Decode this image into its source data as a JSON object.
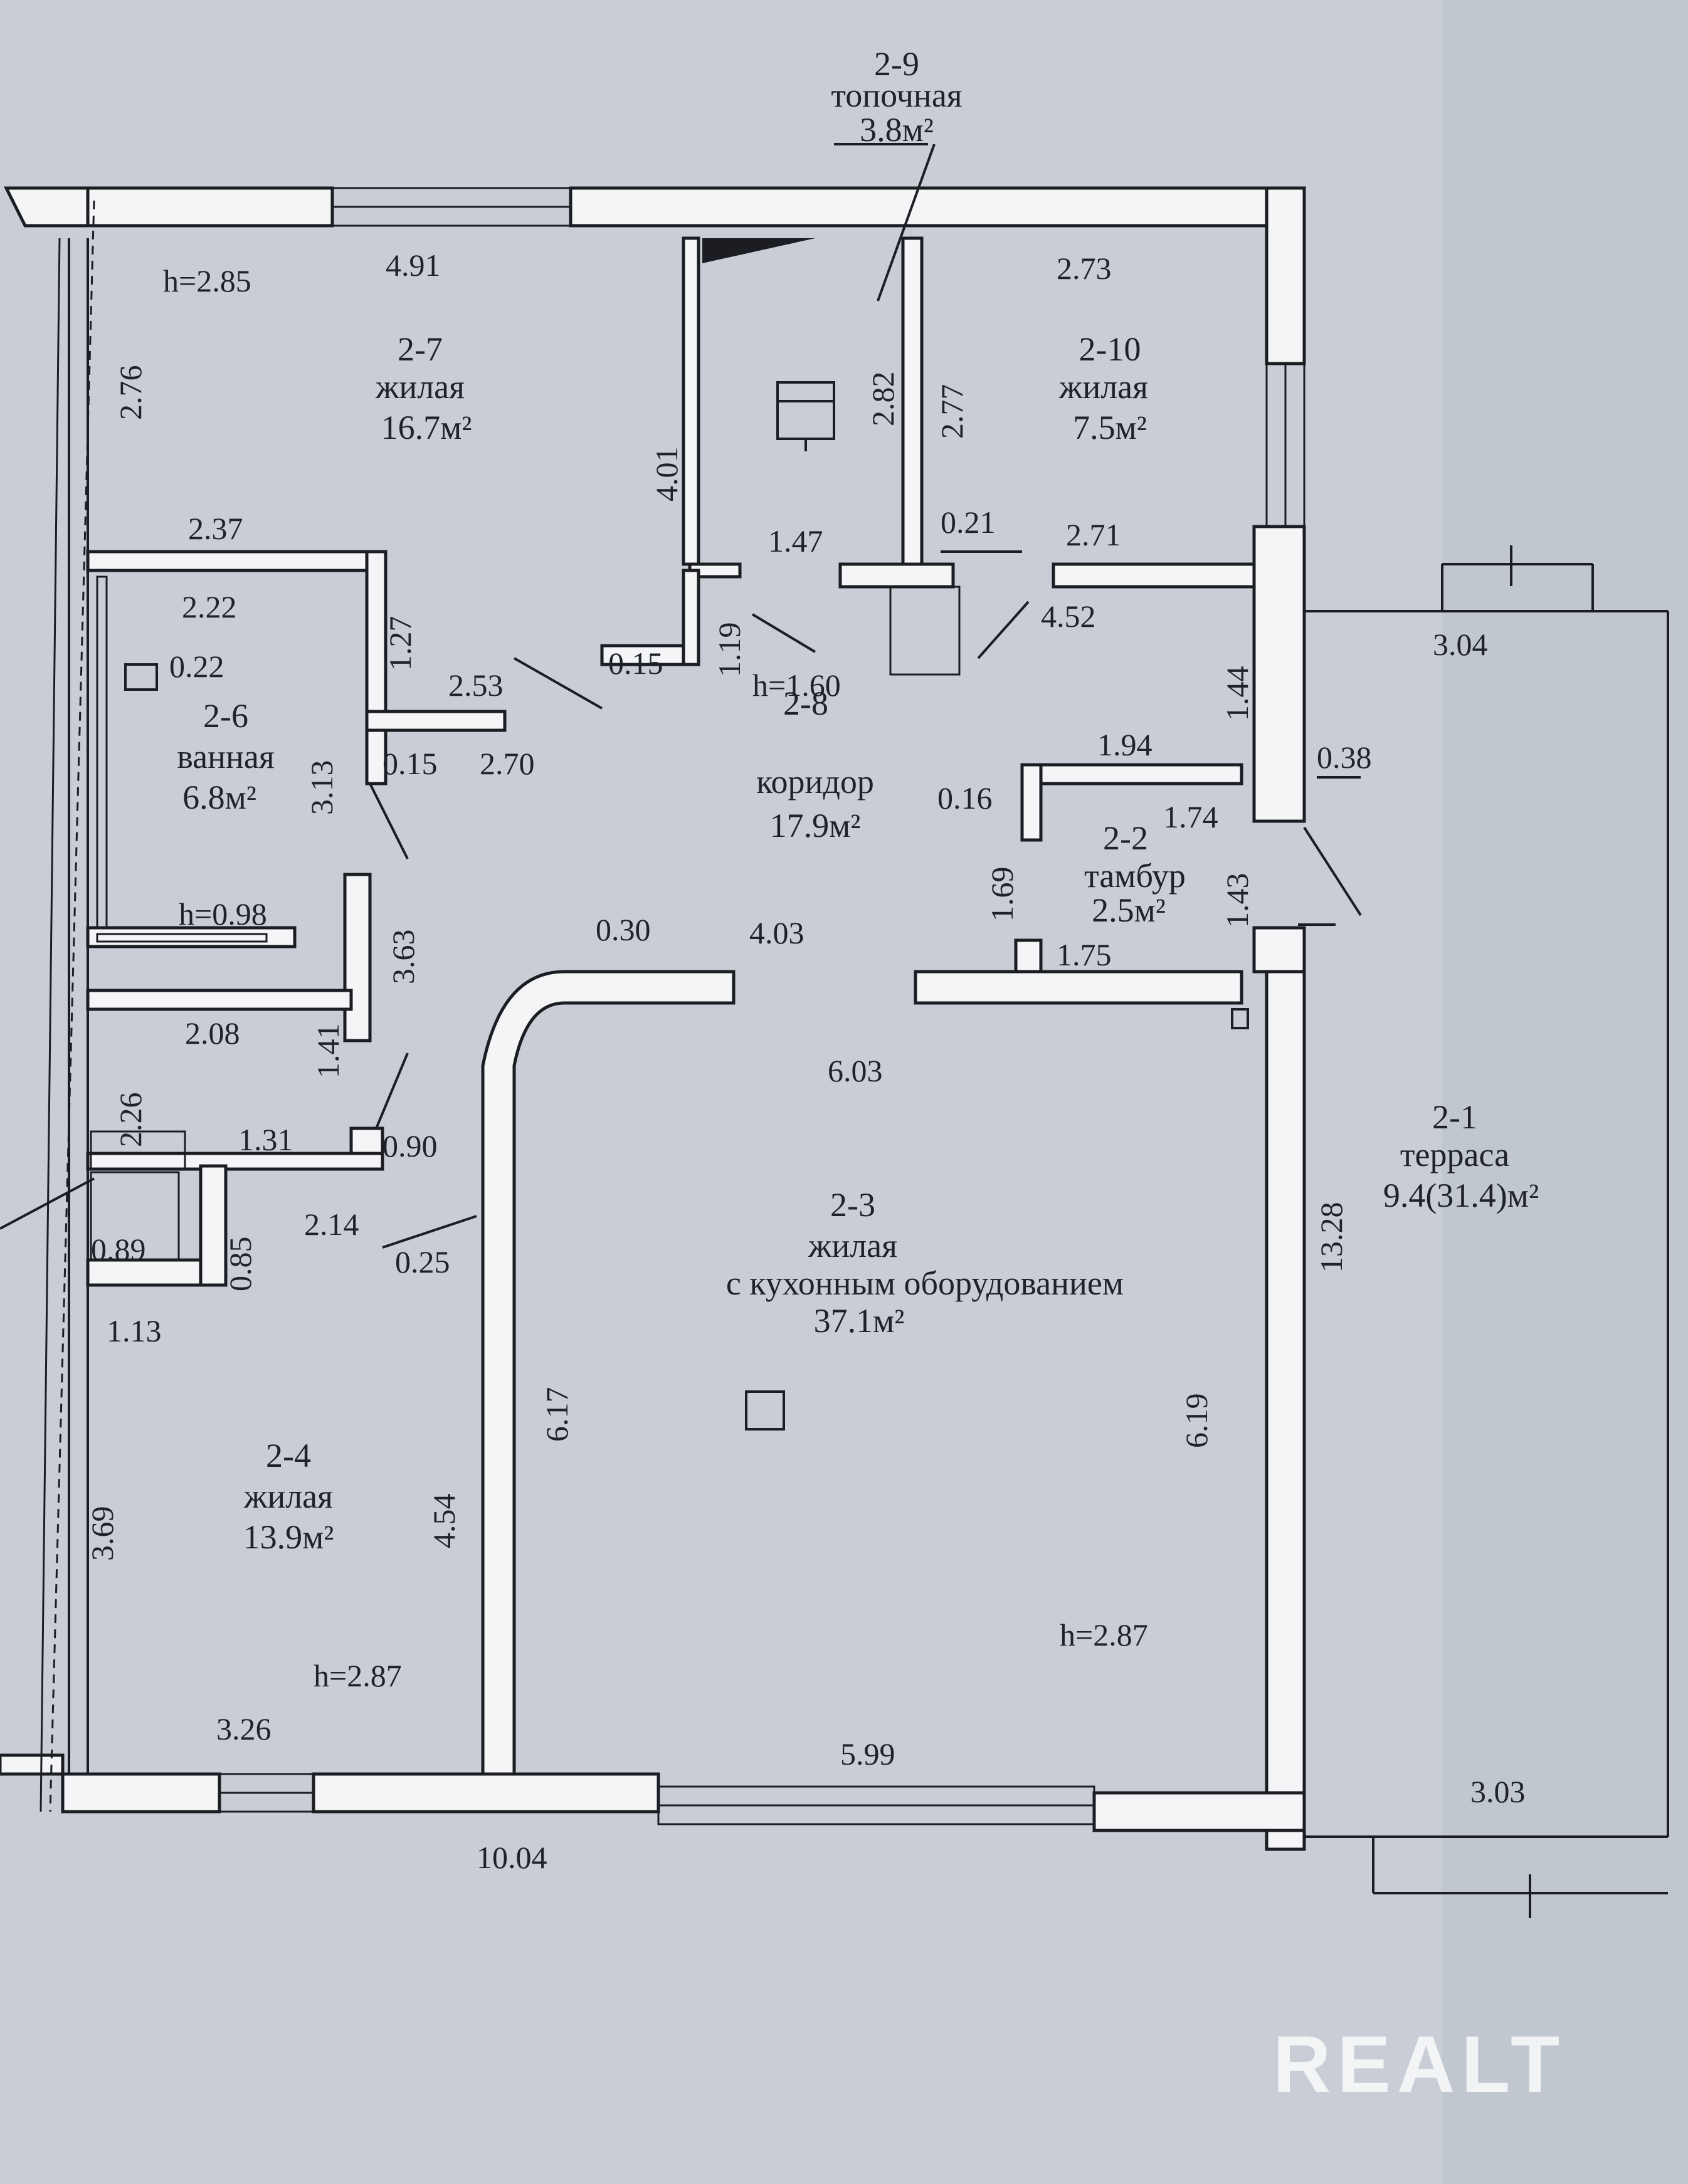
{
  "rooms": {
    "r29": {
      "id": "2-9",
      "name": "топочная",
      "area": "3.8м²"
    },
    "r27": {
      "id": "2-7",
      "name": "жилая",
      "area": "16.7м²"
    },
    "r210": {
      "id": "2-10",
      "name": "жилая",
      "area": "7.5м²"
    },
    "r26": {
      "id": "2-6",
      "name": "ванная",
      "area": "6.8м²"
    },
    "r28": {
      "id": "2-8",
      "name": "коридор",
      "area": "17.9м²"
    },
    "r22": {
      "id": "2-2",
      "name": "тамбур",
      "area": "2.5м²"
    },
    "r23": {
      "id": "2-3",
      "name": "жилая",
      "name2": "с кухонным оборудованием",
      "area": "37.1м²"
    },
    "r21": {
      "id": "2-1",
      "name": "терраса",
      "area": "9.4(31.4)м²"
    },
    "r24": {
      "id": "2-4",
      "name": "жилая",
      "area": "13.9м²"
    }
  },
  "heights": {
    "h1": "h=2.85",
    "h2": "h=1.60",
    "h3": "h=0.98",
    "h4": "h=2.87",
    "h5": "h=2.87"
  },
  "dims": {
    "d491": "4.91",
    "d276": "2.76",
    "d401": "4.01",
    "d282": "2.82",
    "d277": "2.77",
    "d273": "2.73",
    "d147": "1.47",
    "d021": "0.21",
    "d271": "2.71",
    "d237": "2.37",
    "d222": "2.22",
    "d022": "0.22",
    "d127": "1.27",
    "d253": "2.53",
    "d015a": "0.15",
    "d119": "1.19",
    "d452": "4.52",
    "d144": "1.44",
    "d304": "3.04",
    "d313": "3.13",
    "d015b": "0.15",
    "d270": "2.70",
    "d194": "1.94",
    "d038": "0.38",
    "d016": "0.16",
    "d174": "1.74",
    "d169": "1.69",
    "d143": "1.43",
    "d363": "3.63",
    "d030": "0.30",
    "d403": "4.03",
    "d175": "1.75",
    "d208": "2.08",
    "d141": "1.41",
    "d603": "6.03",
    "d226": "2.26",
    "d131": "1.31",
    "d090": "0.90",
    "d1328": "13.28",
    "d089": "0.89",
    "d085": "0.85",
    "d214": "2.14",
    "d025": "0.25",
    "d113": "1.13",
    "d617": "6.17",
    "d619": "6.19",
    "d369": "3.69",
    "d454": "4.54",
    "d326": "3.26",
    "d599": "5.99",
    "d303": "3.03",
    "d1004": "10.04"
  },
  "logo": "REALT"
}
